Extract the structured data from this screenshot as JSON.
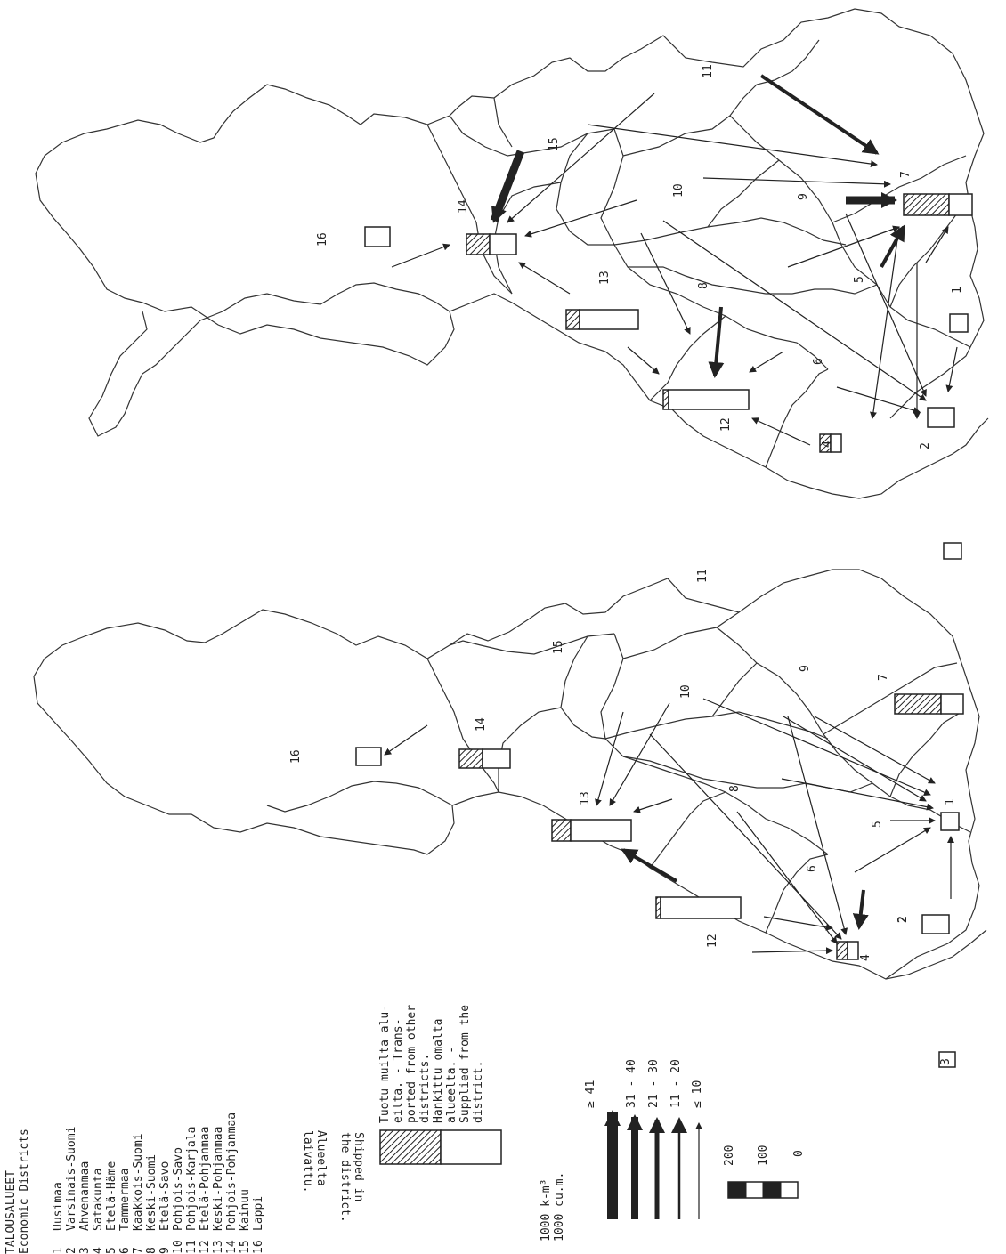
{
  "title": {
    "fi": "TALOUSALUEET",
    "en": "Economic Districts"
  },
  "districts": [
    {
      "num": "1",
      "name": "Uusimaa"
    },
    {
      "num": "2",
      "name": "Varsinais-Suomi"
    },
    {
      "num": "3",
      "name": "Ahvenanmaa"
    },
    {
      "num": "4",
      "name": "Satakunta"
    },
    {
      "num": "5",
      "name": "Etelä-Häme"
    },
    {
      "num": "6",
      "name": "Tammermaa"
    },
    {
      "num": "7",
      "name": "Kaakkois-Suomi"
    },
    {
      "num": "8",
      "name": "Keski-Suomi"
    },
    {
      "num": "9",
      "name": "Etelä-Savo"
    },
    {
      "num": "10",
      "name": "Pohjois-Savo"
    },
    {
      "num": "11",
      "name": "Pohjois-Karjala"
    },
    {
      "num": "12",
      "name": "Etelä-Pohjanmaa"
    },
    {
      "num": "13",
      "name": "Keski-Pohjanmaa"
    },
    {
      "num": "14",
      "name": "Pohjois-Pohjanmaa"
    },
    {
      "num": "15",
      "name": "Kainuu"
    },
    {
      "num": "16",
      "name": "Lappi"
    }
  ],
  "legend": {
    "box_hatched_fi": [
      "Alueelta",
      "laivattu."
    ],
    "box_hatched_en": [
      "Shipped in",
      "the district."
    ],
    "box_right": [
      "Tuotu muilta alu-",
      "eilta. - Trans-",
      "ported from other",
      "districts.",
      "Hankittu omalta",
      "alueelta. -",
      "Supplied from the",
      "district."
    ],
    "unit_1": "1000 k-m³",
    "unit_2": "1000 cu.m.",
    "classes": [
      "≥ 41",
      "31 - 40",
      "21 - 30",
      "11 - 20",
      "≤ 10"
    ],
    "scale": [
      "200",
      "100",
      "0"
    ]
  },
  "map_labels": {
    "left": [
      "16",
      "14",
      "15",
      "11",
      "10",
      "9",
      "7",
      "13",
      "8",
      "5",
      "1",
      "6",
      "12",
      "4",
      "2",
      "3"
    ],
    "right": [
      "16",
      "14",
      "15",
      "11",
      "10",
      "9",
      "7",
      "13",
      "8",
      "5",
      "1",
      "6",
      "12",
      "4",
      "2"
    ]
  }
}
